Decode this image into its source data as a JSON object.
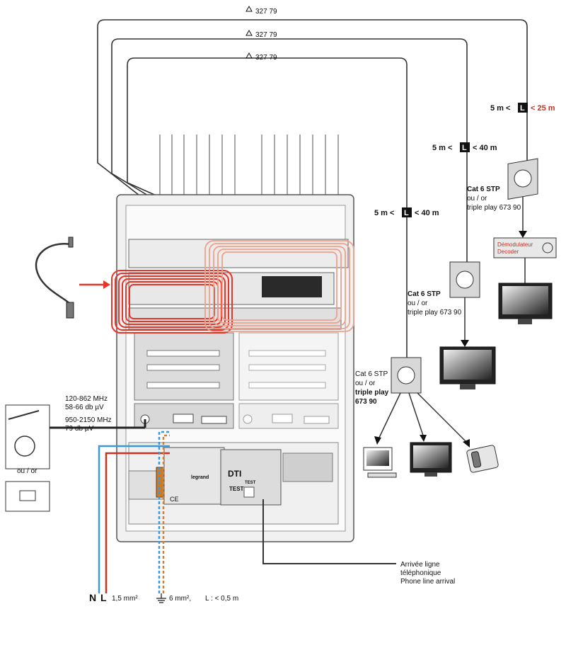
{
  "cables": [
    {
      "ref": "327 79"
    },
    {
      "ref": "327 79"
    },
    {
      "ref": "327 79"
    }
  ],
  "links": [
    {
      "prefix": "5 m <",
      "letter": "L",
      "suffix": "< 25 m",
      "suffix_color": "#d0301f"
    },
    {
      "prefix": "5 m <",
      "letter": "L",
      "suffix": "< 40 m"
    },
    {
      "prefix": "5 m <",
      "letter": "L",
      "suffix": "< 40 m"
    }
  ],
  "sockets": [
    {
      "line1": "Cat 6 STP",
      "line2": "ou / or",
      "line3": "triple play 673 90"
    },
    {
      "line1": "Cat 6 STP",
      "line2": "ou / or",
      "line3": "triple play 673 90"
    },
    {
      "line1": "Cat 6 STP",
      "line2": "ou / or",
      "line3": "triple play",
      "line4": "673 90"
    }
  ],
  "decoder": {
    "line1": "Démodulateur",
    "line2": "Decoder"
  },
  "tv_input": {
    "band1_freq": "120-862 MHz",
    "band1_level": "58-66 db µV",
    "band2_freq": "950-2150 MHz",
    "band2_level": "79 db µV",
    "or_label": "ou / or"
  },
  "power": {
    "n": "N",
    "l": "L",
    "section": "1,5 mm²",
    "earth_section": "6 mm²,",
    "length": "L : < 0,5 m"
  },
  "phone_line": {
    "line1": "Arrivée ligne",
    "line2": "téléphonique",
    "line3": "Phone line arrival"
  },
  "device_labels": {
    "dti": "DTI",
    "test": "TEST",
    "test2": "TEST",
    "brand": "legrand",
    "ce": "CE"
  },
  "colors": {
    "accent": "#d0301f",
    "patch_red": "#e8352a",
    "patch_pink": "#f0a08a",
    "wire_blue": "#3a9ad9"
  }
}
